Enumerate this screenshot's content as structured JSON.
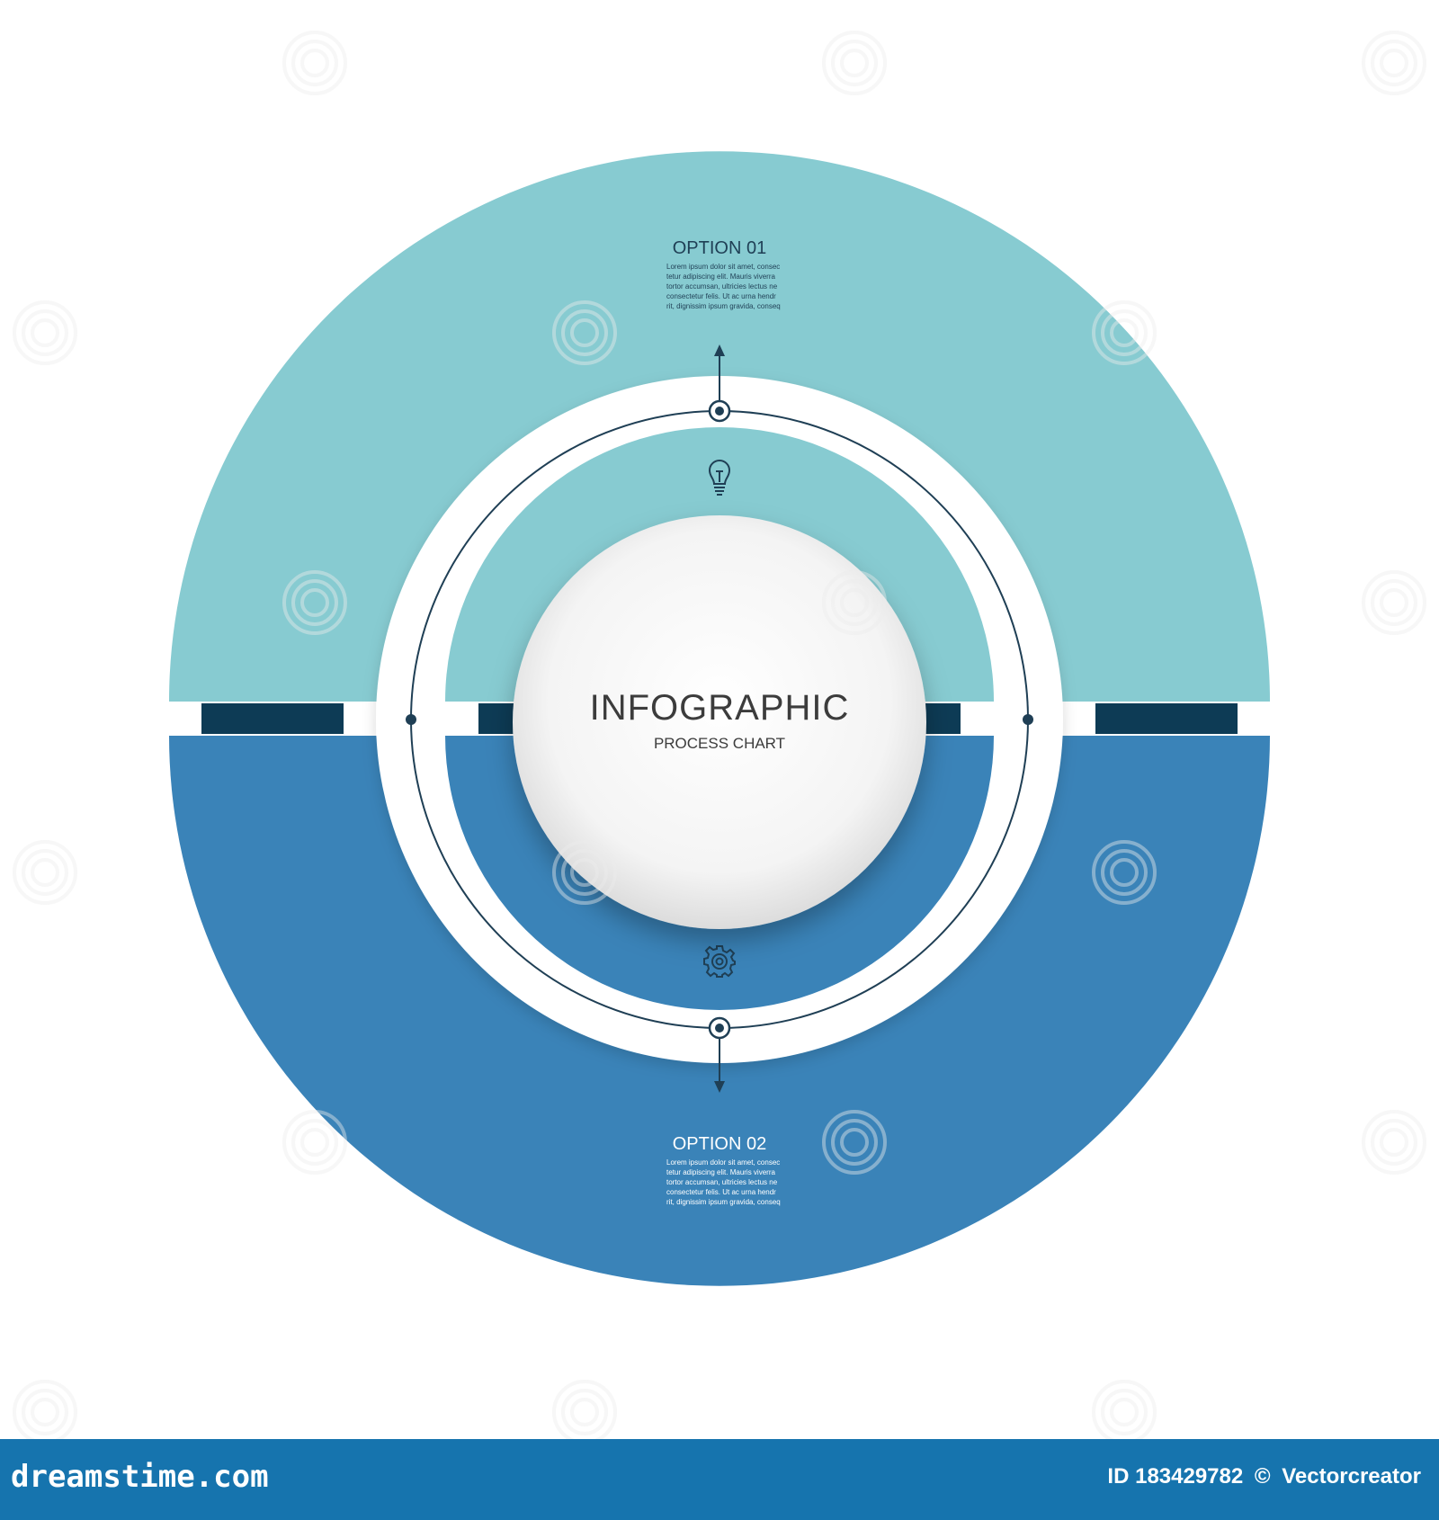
{
  "colors": {
    "top_segment": "#87cbd1",
    "bottom_segment": "#3a83b8",
    "gap_dark": "#0d3b55",
    "line": "#1f3f55",
    "footer_bg": "#1674ae"
  },
  "center": {
    "title": "INFOGRAPHIC",
    "subtitle": "PROCESS CHART"
  },
  "options": [
    {
      "title": "OPTION 01",
      "body_lines": [
        "Lorem ipsum dolor sit amet, consec",
        "tetur adipiscing elit. Mauris viverra",
        "tortor accumsan, ultricies lectus ne",
        "consectetur felis. Ut ac urna hendr",
        "rit, dignissim ipsum gravida, conseq"
      ],
      "icon": "lightbulb-icon"
    },
    {
      "title": "OPTION 02",
      "body_lines": [
        "Lorem ipsum dolor sit amet, consec",
        "tetur adipiscing elit. Mauris viverra",
        "tortor accumsan, ultricies lectus ne",
        "consectetur felis. Ut ac urna hendr",
        "rit, dignissim ipsum gravida, conseq"
      ],
      "icon": "gear-icon"
    }
  ],
  "footer": {
    "brand": "dreamstime.com",
    "id_text": "ID 183429782",
    "copyright": "©",
    "author": "Vectorcreator"
  }
}
